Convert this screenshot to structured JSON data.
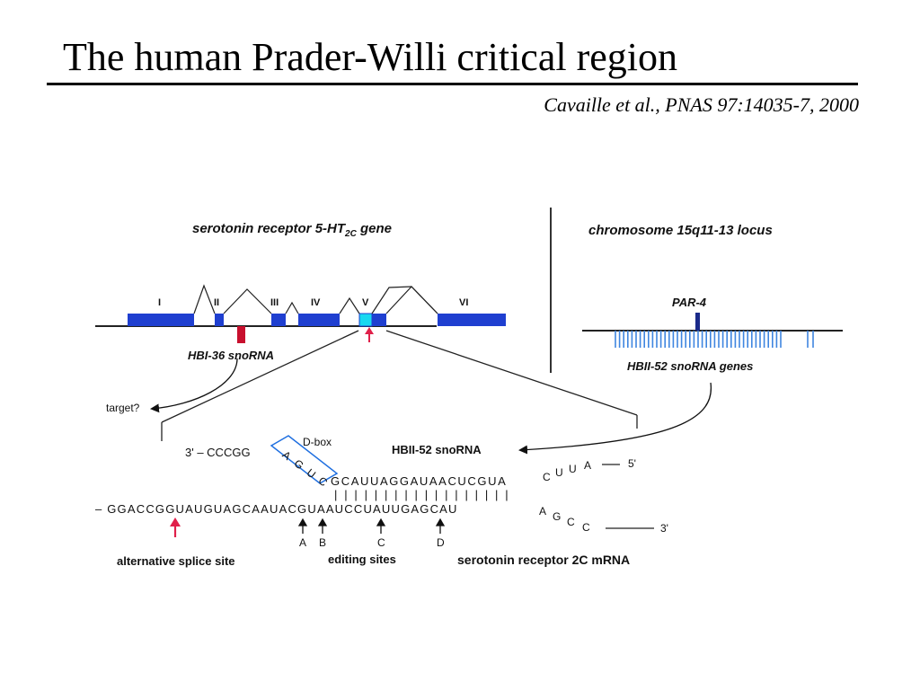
{
  "slide": {
    "title": "The human Prader-Willi critical region",
    "citation": "Cavaille et al., PNAS 97:14035-7, 2000"
  },
  "figure": {
    "gene_title_prefix": "serotonin receptor 5-HT",
    "gene_title_sub": "2C",
    "gene_title_suffix": "gene",
    "locus_title": "chromosome 15q11-13 locus",
    "exons": [
      "I",
      "II",
      "III",
      "IV",
      "V",
      "VI"
    ],
    "hbi36_label": "HBI-36 snoRNA",
    "target_label": "target?",
    "par4_label": "PAR-4",
    "hbii52_genes_label": "HBII-52 snoRNA genes",
    "hbii52_label": "HBII-52 snoRNA",
    "dbox_label": "D-box",
    "snorna_prefix": "3' – CCCGG",
    "dbox_letters": [
      "A",
      "G",
      "U",
      "C"
    ],
    "snorna_middle": "GCAUUAGGAUAACUCGUA",
    "snorna_tail": [
      "C",
      "U",
      "U",
      "A"
    ],
    "five_prime": "5'",
    "pairing_bars": "| | | | | | | | | | | | | | | | | |",
    "mrna_main": "– GGACCGGUAUGUAGCAAUACGUAAUCCUAUUGAGCAU",
    "mrna_tail": [
      "A",
      "G",
      "C",
      "C"
    ],
    "three_prime": "3'",
    "editing_site_letters": [
      "A",
      "B",
      "C",
      "D"
    ],
    "alt_splice_label": "alternative splice site",
    "editing_label": "editing sites",
    "mrna_label": "serotonin receptor 2C mRNA"
  },
  "colors": {
    "exon_blue": "#1f3fd0",
    "exon_highlight": "#19d8f0",
    "snorna_red": "#c8102e",
    "arrow_red": "#e0204a",
    "gene_tick": "#3f86e0",
    "par4": "#1a2a8a",
    "line": "#222222"
  }
}
